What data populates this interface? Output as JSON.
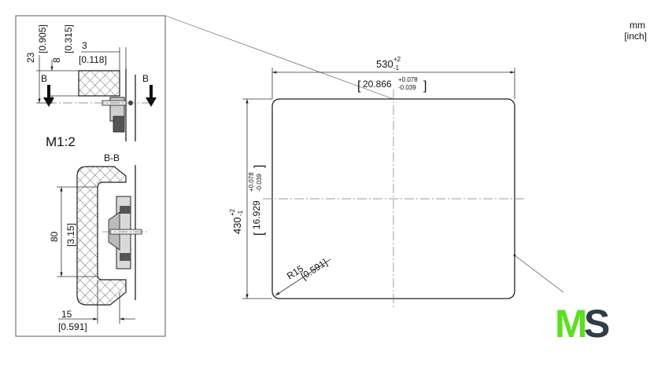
{
  "units": {
    "primary": "mm",
    "secondary": "[inch]"
  },
  "detail_view": {
    "scale_label": "M1:2",
    "section_marker": "B",
    "section_title": "B-B",
    "dim_23": "23",
    "dim_23_inch": "[0.905]",
    "dim_8": "8",
    "dim_8_inch": "[0.315]",
    "dim_3": "3",
    "dim_3_inch": "[0.118]",
    "dim_80": "80",
    "dim_80_inch": "[3.15]",
    "dim_15": "15",
    "dim_15_inch": "[0.591]"
  },
  "front_view": {
    "width_nominal": "530",
    "width_tol_upper": "+2",
    "width_tol_lower": "-1",
    "width_inch": "20.866",
    "width_inch_tol_upper": "+0.078",
    "width_inch_tol_lower": "-0.039",
    "height_nominal": "430",
    "height_tol_upper": "+2",
    "height_tol_lower": "-1",
    "height_inch": "16.929",
    "height_inch_tol_upper": "+0.078",
    "height_inch_tol_lower": "-0.039",
    "radius": "R15",
    "radius_inch": "[0.591]"
  },
  "logo": {
    "text_m": "M",
    "text_s": "S",
    "color_m": "#5be01f",
    "color_s": "#2f3e46"
  }
}
